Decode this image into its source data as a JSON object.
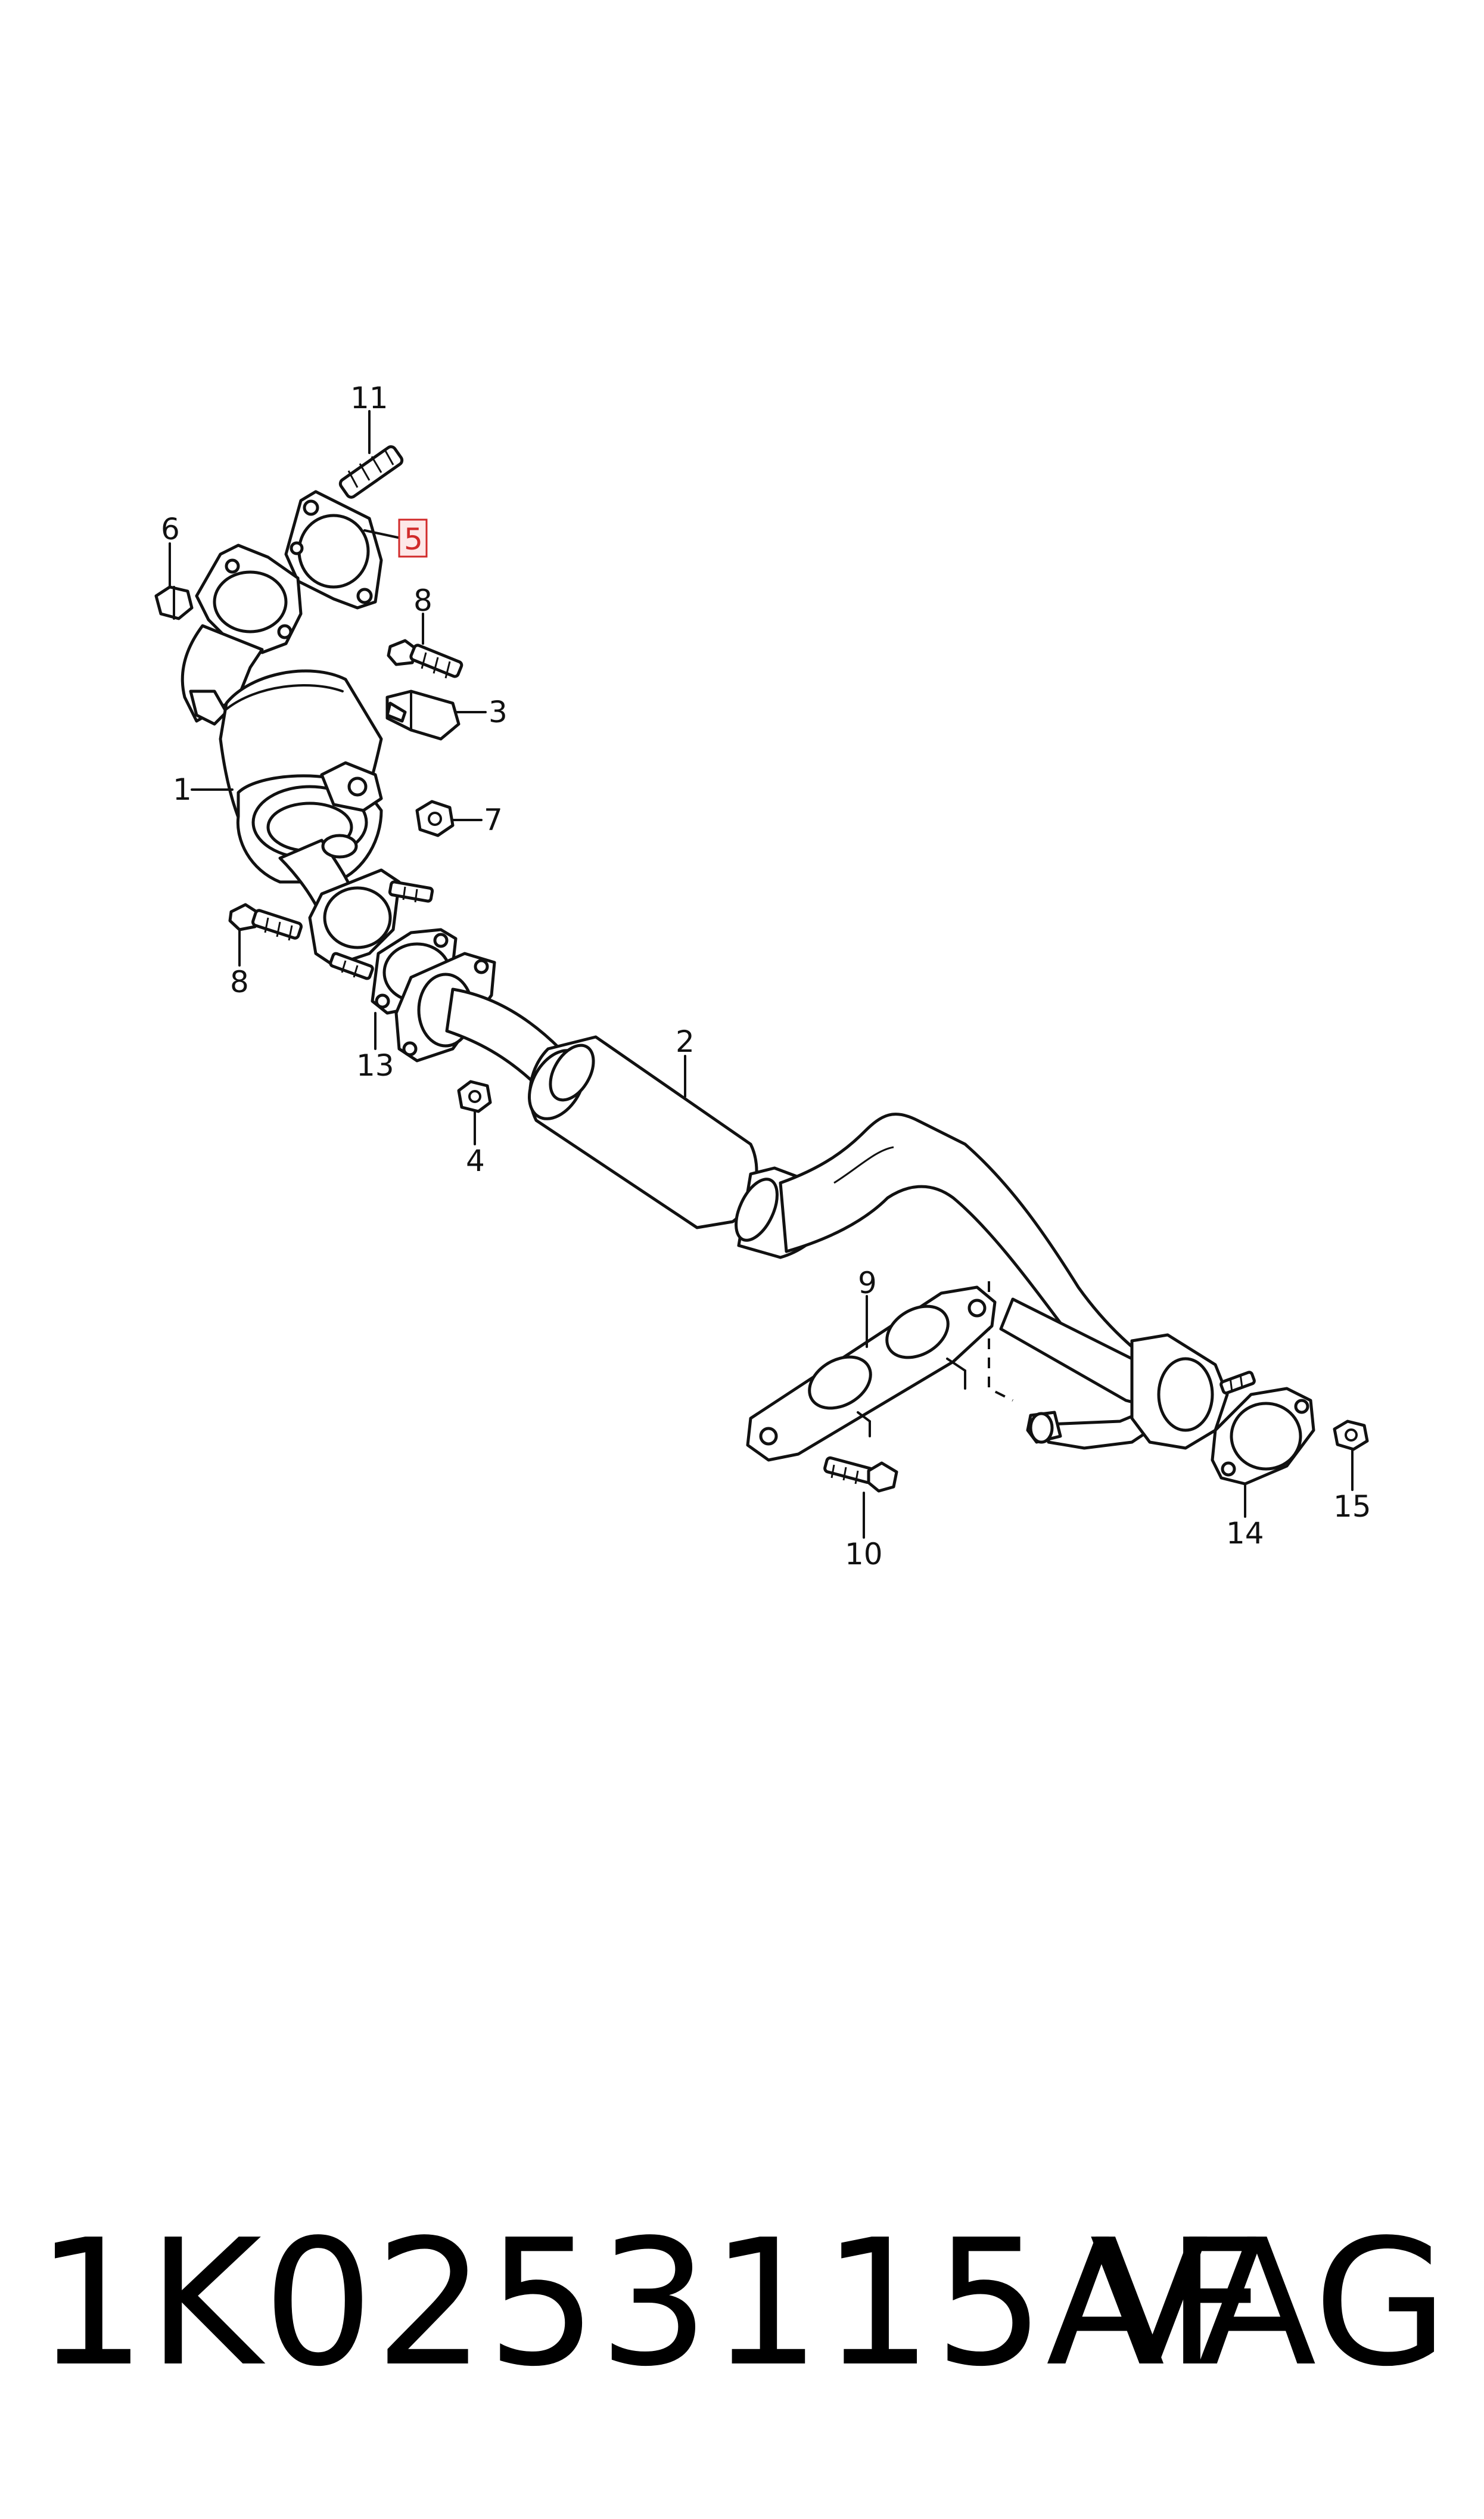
{
  "callouts": [
    {
      "id": "11",
      "label": "11"
    },
    {
      "id": "6",
      "label": "6"
    },
    {
      "id": "5",
      "label": "5",
      "highlighted": true
    },
    {
      "id": "8a",
      "label": "8"
    },
    {
      "id": "3",
      "label": "3"
    },
    {
      "id": "1",
      "label": "1"
    },
    {
      "id": "7",
      "label": "7"
    },
    {
      "id": "8b",
      "label": "8"
    },
    {
      "id": "13",
      "label": "13"
    },
    {
      "id": "2",
      "label": "2"
    },
    {
      "id": "4",
      "label": "4"
    },
    {
      "id": "9",
      "label": "9"
    },
    {
      "id": "10",
      "label": "10"
    },
    {
      "id": "14",
      "label": "14"
    },
    {
      "id": "15",
      "label": "15"
    }
  ],
  "footer": {
    "part_number": "1K0253115AF",
    "brand": "VAG"
  },
  "colors": {
    "line": "#111111",
    "highlight": "#d12a2a",
    "highlight_fill": "#fde8e8",
    "background": "#ffffff"
  }
}
